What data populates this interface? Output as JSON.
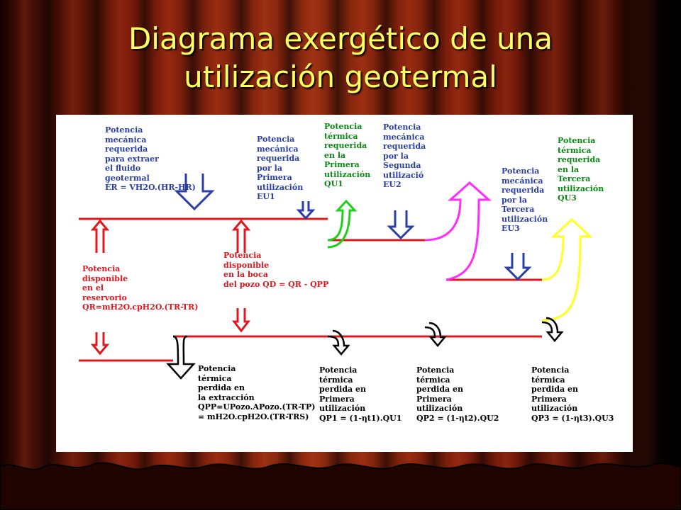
{
  "slide": {
    "title_line1": "Diagrama exergético de una",
    "title_line2": "utilización geotermal"
  },
  "labels": {
    "mech_extract": "Potencia\nmecánica\nrequerida\npara extraer\nel fluido\ngeotermal\nĖR = VH2O.(HR-HR)",
    "mech_u1": "Potencia\nmecánica\nrequerida\npor la\nPrimera\nutilización\nEU1",
    "therm_u1": "Potencia\ntérmica\nrequerida\nen la\nPrimera\nutilización\nQU1",
    "mech_u2": "Potencia\nmecánica\nrequerida\npor la\nSegunda\nutilizació\nEU2",
    "mech_u3": "Potencia\nmecánica\nrequerida\npor la\nTercera\nutilización\nEU3",
    "therm_u3": "Potencia\ntérmica\nrequerida\nen la\nTercera\nutilización\nQU3",
    "avail_well": "Potencia\ndisponible\nen la boca\ndel pozo QD = QR - QPP",
    "avail_reservoir": "Potencia\ndisponible\nen el\nreservorio\nQR=mH2O.cpH2O.(TR-TR)",
    "lost_extraction": "Potencia\ntérmica\nperdida en\nla extracción\nQPP=UPozo.APozo.(TR-TP)\n= mH2O.cpH2O.(TR-TRS)",
    "lost_u1": "Potencia\ntérmica\nperdida en\nPrimera\nutilización\nQP1 = (1-ηt1).QU1",
    "lost_u2": "Potencia\ntérmica\nperdida en\nPrimera\nutilización\nQP2 = (1-ηt2).QU2",
    "lost_u3": "Potencia\ntérmica\nperdida en\nPrimera\nutilización\nQP3 = (1-ηt3).QU3"
  },
  "colors": {
    "mechanical": "#2a3ea8",
    "available": "#e0171e",
    "thermal_u1": "#1fd01a",
    "thermal_u2": "#ff2bff",
    "thermal_u3": "#ffff22",
    "loss": "#000000",
    "title": "#ffff66"
  }
}
